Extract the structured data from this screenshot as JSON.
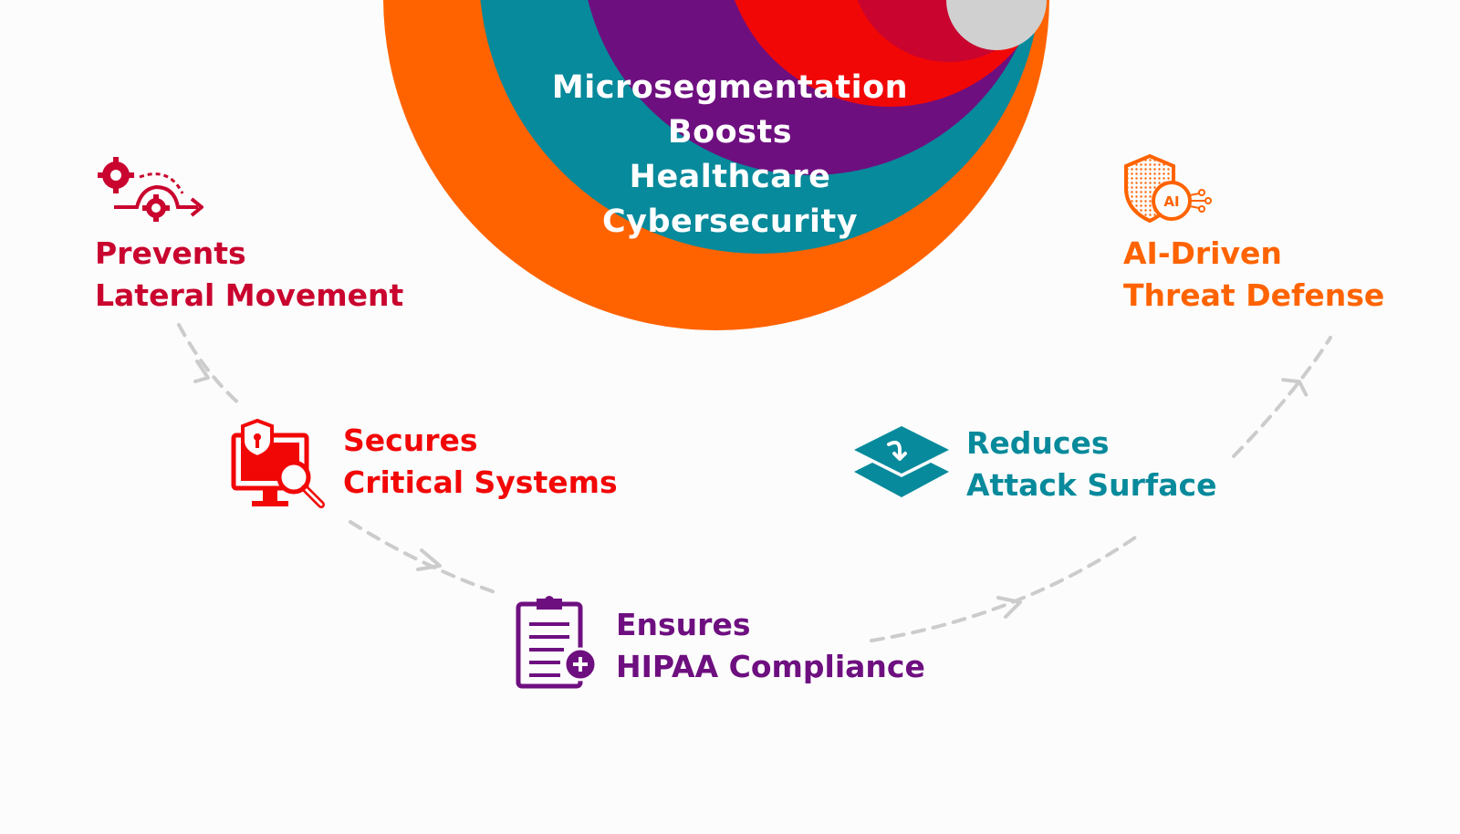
{
  "title": {
    "lines": [
      "Microsegmentation",
      "Boosts",
      "Healthcare",
      "Cybersecurity"
    ]
  },
  "colors": {
    "orange": "#ff6300",
    "teal": "#078a9b",
    "purple": "#6e0f80",
    "red": "#f20707",
    "crimson": "#c9042e",
    "gray": "#d0d0d0",
    "arrow": "#cccccc"
  },
  "items": [
    {
      "line1": "Prevents",
      "line2": "Lateral Movement",
      "color": "#c9042e",
      "icon": "gears-path-arrow-icon"
    },
    {
      "line1": "Secures",
      "line2": "Critical Systems",
      "color": "#f20707",
      "icon": "monitor-shield-magnifier-icon"
    },
    {
      "line1": "Ensures",
      "line2": "HIPAA Compliance",
      "color": "#6e0f80",
      "icon": "clipboard-plus-icon"
    },
    {
      "line1": "Reduces",
      "line2": "Attack Surface",
      "color": "#078a9b",
      "icon": "layers-arrow-icon"
    },
    {
      "line1": "AI-Driven",
      "line2": "Threat Defense",
      "color": "#ff6300",
      "icon": "ai-shield-icon"
    }
  ],
  "ai_badge": "AI"
}
